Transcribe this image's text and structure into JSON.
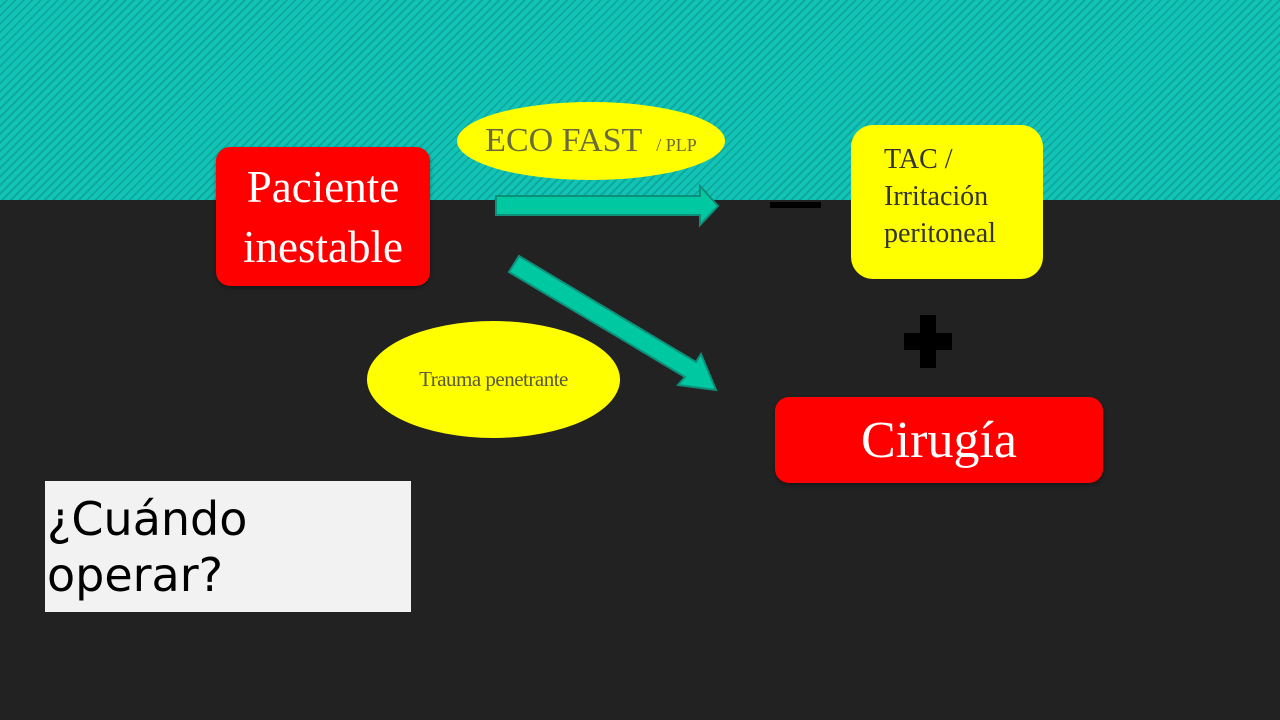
{
  "nodes": {
    "paciente": [
      "Paciente",
      "inestable"
    ],
    "cirugia": "Cirugía",
    "tac": [
      "TAC /",
      "Irritación",
      "peritoneal"
    ]
  },
  "labels": {
    "eco_main": "ECO FAST",
    "eco_sub": "/ PLP",
    "trauma": "Trauma penetrante"
  },
  "signs": {
    "negative": "minus-sign",
    "positive": "plus-sign"
  },
  "question": [
    "¿Cuándo",
    "operar?"
  ],
  "colors": {
    "background": "#222222",
    "band": "#12c4b6",
    "red": "#ff0000",
    "yellow": "#ffff00",
    "arrow": "#00c8a0"
  }
}
